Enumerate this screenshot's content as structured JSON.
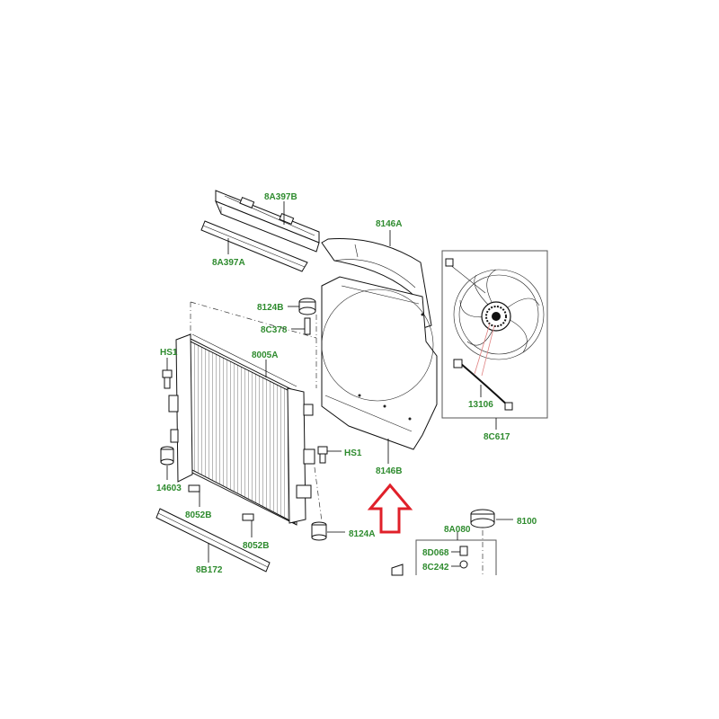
{
  "labels": {
    "p8A397B": "8A397B",
    "p8A397A": "8A397A",
    "p8146A": "8146A",
    "p8124B": "8124B",
    "p8C378": "8C378",
    "pHS1_left": "HS1",
    "p8005A": "8005A",
    "pHS1_right": "HS1",
    "p8146B": "8146B",
    "p14603": "14603",
    "p8052B_a": "8052B",
    "p8052B_b": "8052B",
    "p8124A": "8124A",
    "p8B172": "8B172",
    "p13106": "13106",
    "p8C617": "8C617",
    "p8A080": "8A080",
    "p8100": "8100",
    "p8D068": "8D068",
    "p8C242": "8C242"
  },
  "arrow": {
    "direction": "up",
    "color": "#e0202a"
  }
}
